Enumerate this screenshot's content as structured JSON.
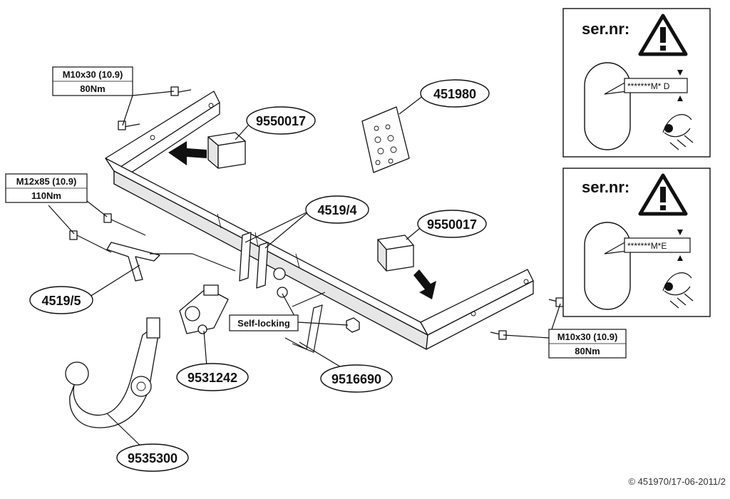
{
  "part_labels": {
    "p_9550017_top": "9550017",
    "p_451980": "451980",
    "p_4519_4": "4519/4",
    "p_9550017_right": "9550017",
    "p_4519_5": "4519/5",
    "p_9531242": "9531242",
    "p_9516690": "9516690",
    "p_9535300": "9535300"
  },
  "spec_boxes": {
    "top_left": {
      "line1": "M10x30 (10.9)",
      "line2": "80Nm"
    },
    "mid_left": {
      "line1": "M12x85 (10.9)",
      "line2": "110Nm"
    },
    "right": {
      "line1": "M10x30 (10.9)",
      "line2": "80Nm"
    }
  },
  "self_locking": "Self-locking",
  "serial_panels": [
    {
      "title": "ser.nr:",
      "code": "*******M* D"
    },
    {
      "title": "ser.nr:",
      "code": "*******M*E"
    }
  ],
  "copyright": "© 451970/17-06-2011/2"
}
